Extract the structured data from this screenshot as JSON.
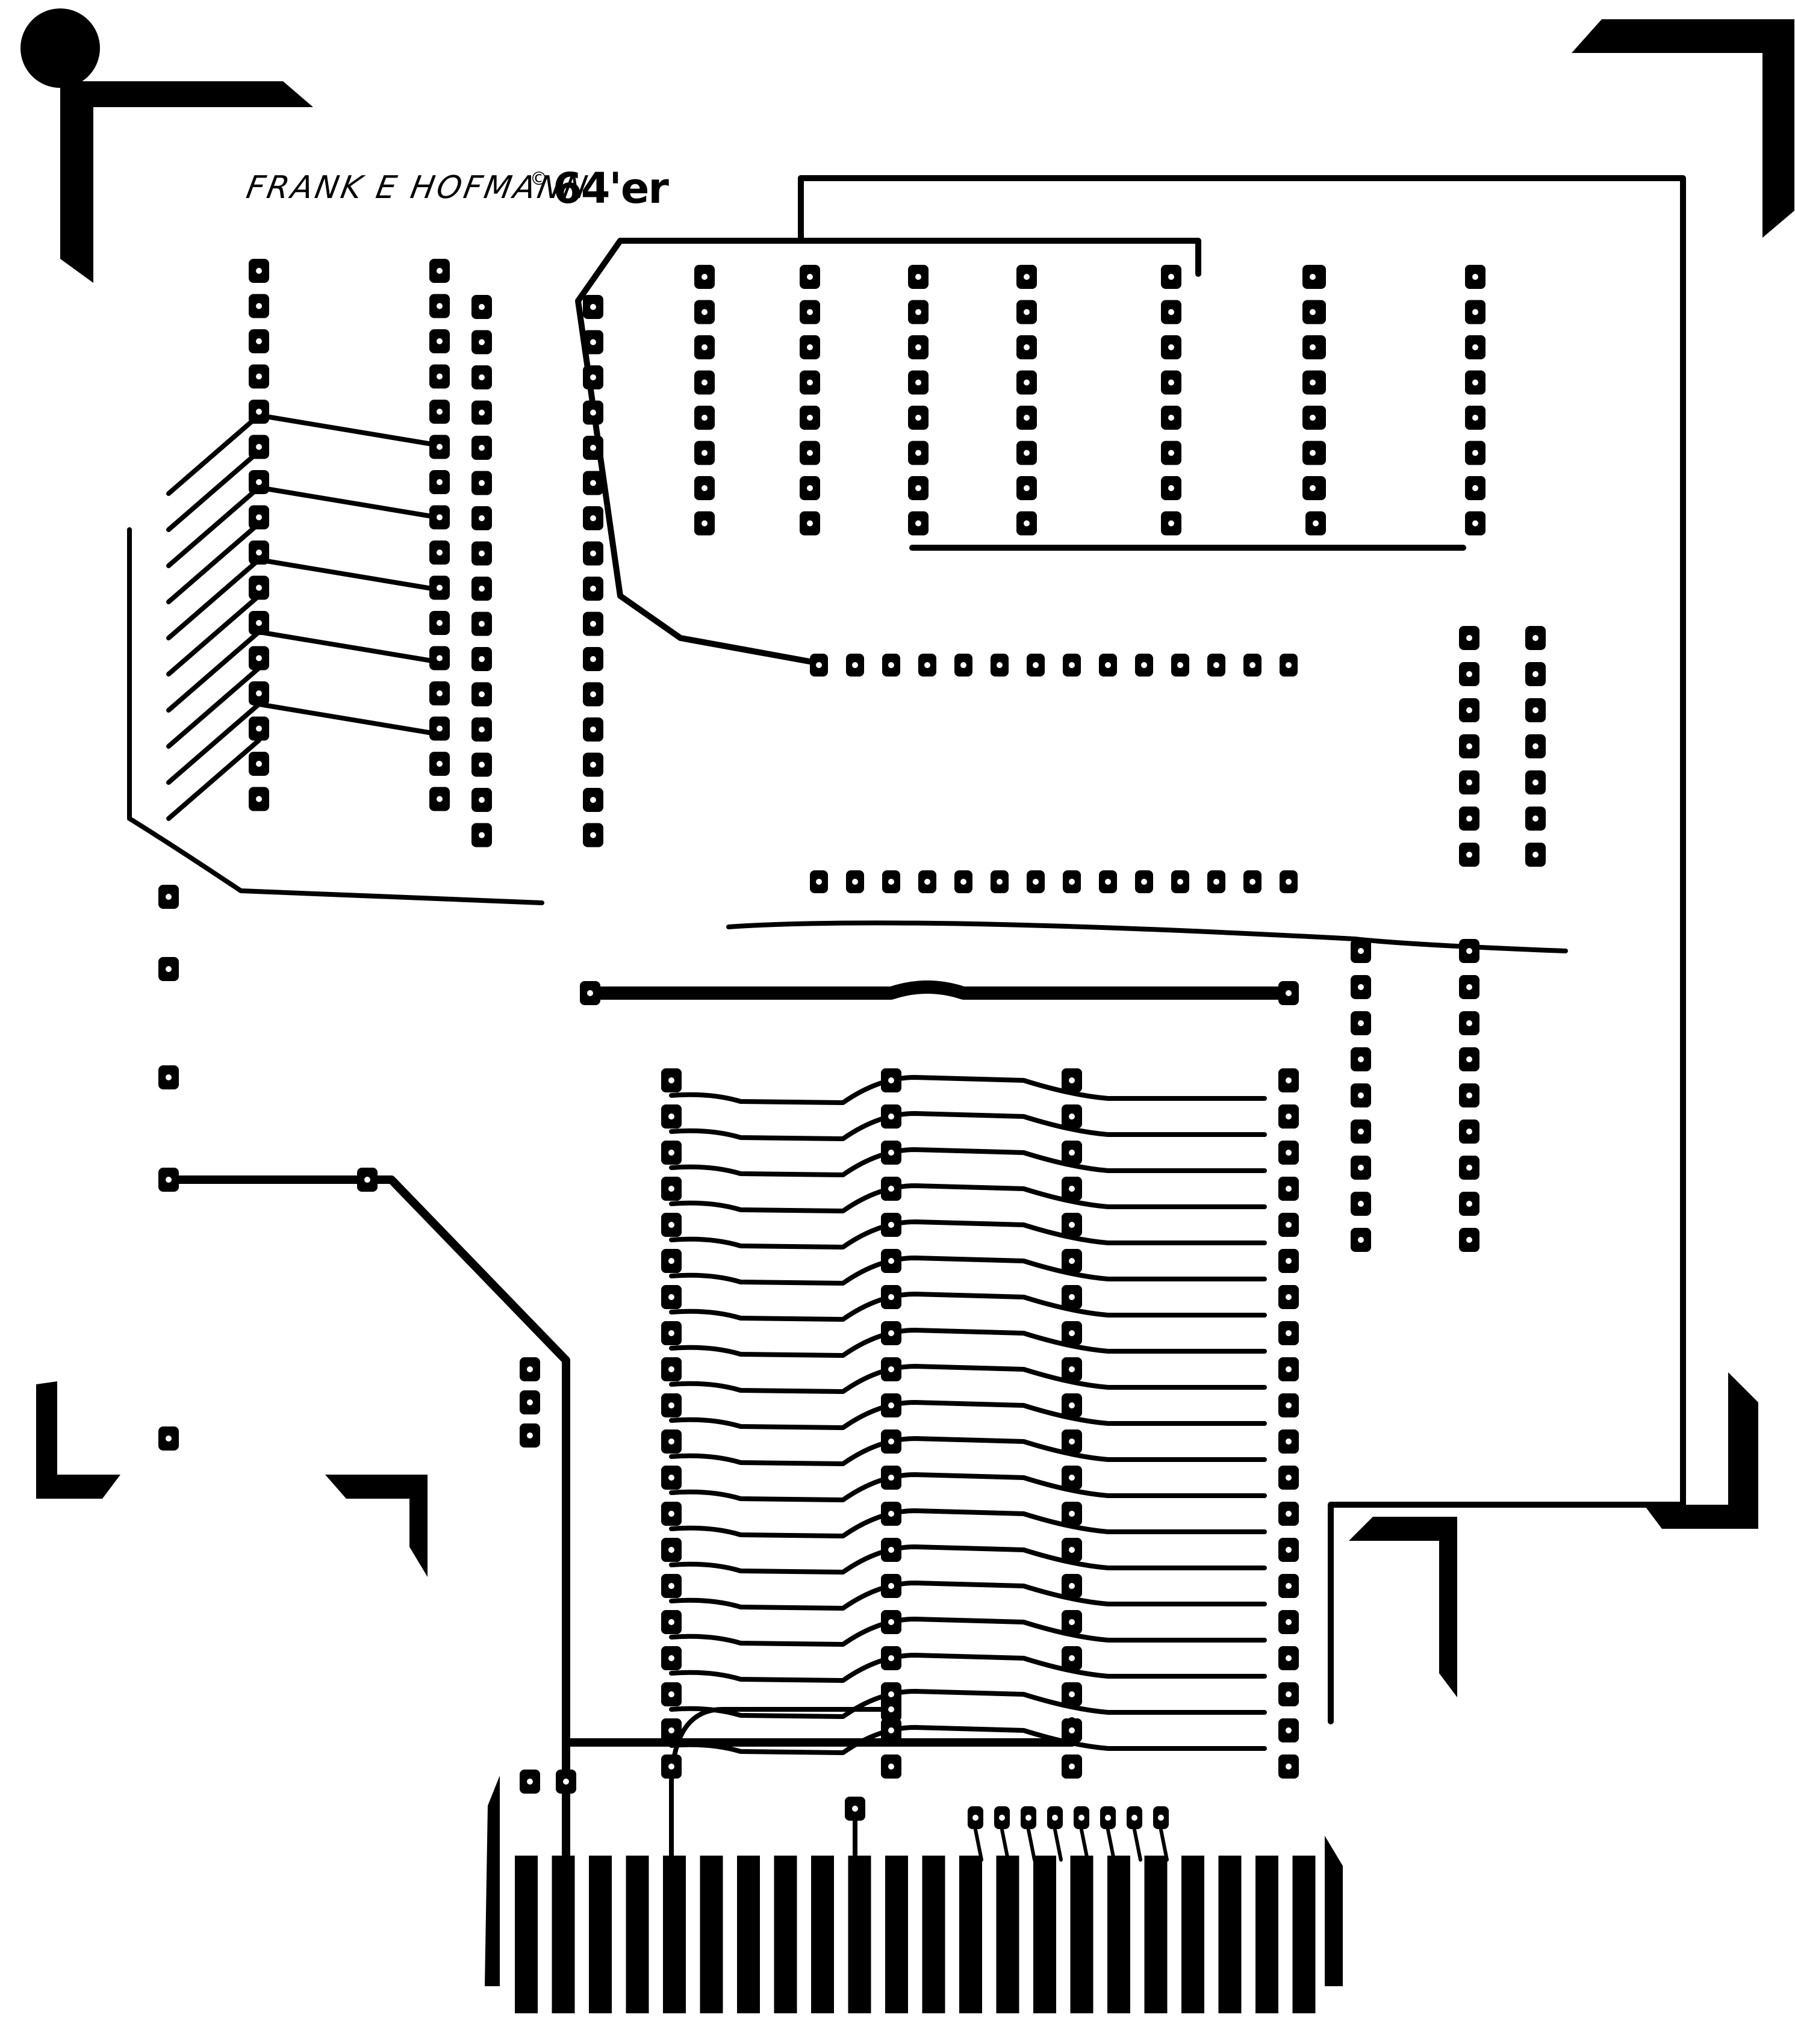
{
  "title": "PCB layout — Commodore 64 expansion cartridge",
  "credit": {
    "author": "FRANK E HOFMANN",
    "copyright_symbol": "©",
    "brand": "64'er"
  },
  "colors": {
    "copper": "#000000",
    "substrate": "#ffffff"
  },
  "board": {
    "edge_connector_fingers": 22,
    "ic_sockets": [
      {
        "id": "U1",
        "pins_per_side": 16
      },
      {
        "id": "U2",
        "pins_per_side": 16
      },
      {
        "id": "U3",
        "pins_per_side": 8
      },
      {
        "id": "U4",
        "pins_per_side": 8
      },
      {
        "id": "U5",
        "pins_per_side": 8
      },
      {
        "id": "U6",
        "pins_per_side": 8
      },
      {
        "id": "U7",
        "pins_per_side": 8
      },
      {
        "id": "U8",
        "pins_per_side": 8
      },
      {
        "id": "U9",
        "pins_per_side": 8
      },
      {
        "id": "U10",
        "pins_per_side": 20
      },
      {
        "id": "U11",
        "pins_per_side": 20
      },
      {
        "id": "U12",
        "pins_per_side": 9
      },
      {
        "id": "U13",
        "pins_per_side": 7
      }
    ],
    "pad_rows": [
      {
        "id": "R1",
        "pads": 14
      },
      {
        "id": "R2",
        "pads": 14
      }
    ],
    "registration_marks": [
      "top-left",
      "top-right",
      "bottom-left",
      "bottom-left-inner",
      "bottom-right",
      "bottom-right-inner",
      "connector-left",
      "connector-right"
    ]
  }
}
